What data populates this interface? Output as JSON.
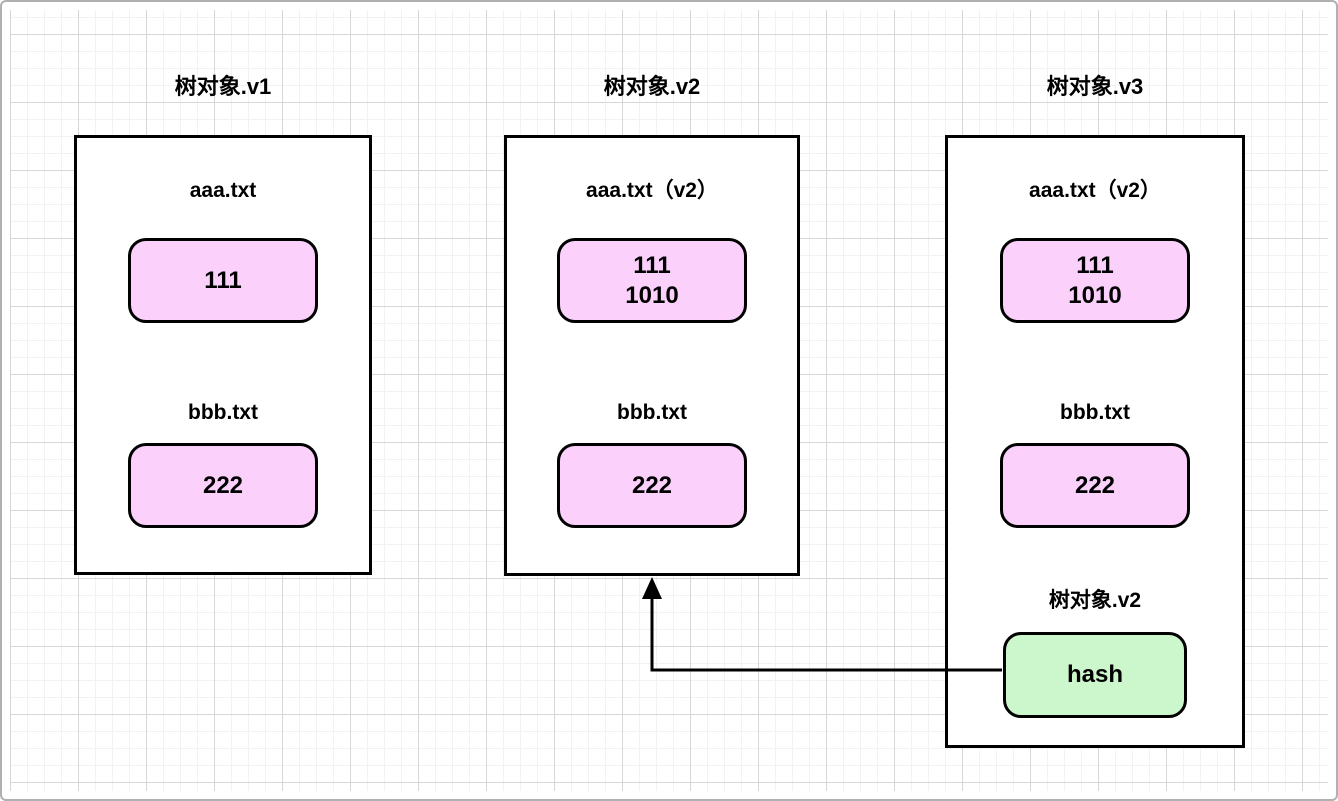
{
  "canvas": {
    "colors": {
      "blob_fill": "#fbd0fb",
      "tree_ref_fill": "#ccf6cc",
      "stroke": "#000000",
      "grid_minor": "#f2f2f2",
      "grid_major": "#d7d7d7",
      "frame_border": "#b0b0b0"
    }
  },
  "panels": [
    {
      "id": "v1",
      "title": "树对象.v1",
      "entries": [
        {
          "label": "aaa.txt",
          "value": "111"
        },
        {
          "label": "bbb.txt",
          "value": "222"
        }
      ]
    },
    {
      "id": "v2",
      "title": "树对象.v2",
      "entries": [
        {
          "label": "aaa.txt（v2）",
          "value": "111\n1010"
        },
        {
          "label": "bbb.txt",
          "value": "222"
        }
      ]
    },
    {
      "id": "v3",
      "title": "树对象.v3",
      "entries": [
        {
          "label": "aaa.txt（v2）",
          "value": "111\n1010"
        },
        {
          "label": "bbb.txt",
          "value": "222"
        },
        {
          "label": "树对象.v2",
          "value": "hash",
          "kind": "tree-ref"
        }
      ]
    }
  ],
  "arrow": {
    "description": "points from hash box in 树对象.v3 to bottom edge of 树对象.v2 box"
  }
}
